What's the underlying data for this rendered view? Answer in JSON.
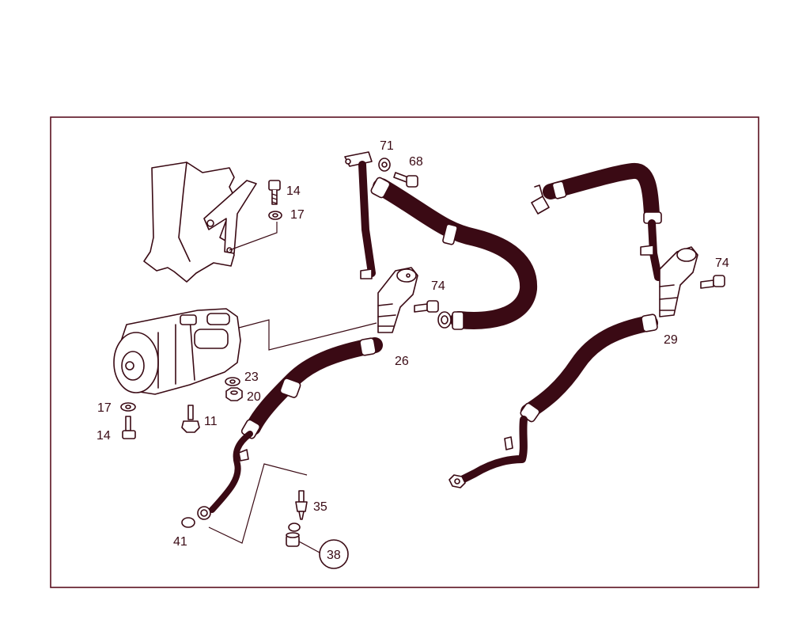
{
  "colors": {
    "line": "#3a0a14",
    "frame": "#5a1020",
    "background": "#ffffff"
  },
  "callouts": {
    "p71": "71",
    "p68": "68",
    "p14a": "14",
    "p17a": "17",
    "p74a": "74",
    "p74b": "74",
    "p26": "26",
    "p29": "29",
    "p23": "23",
    "p20": "20",
    "p17b": "17",
    "p14b": "14",
    "p11": "11",
    "p35": "35",
    "p41": "41",
    "p38": "38"
  }
}
